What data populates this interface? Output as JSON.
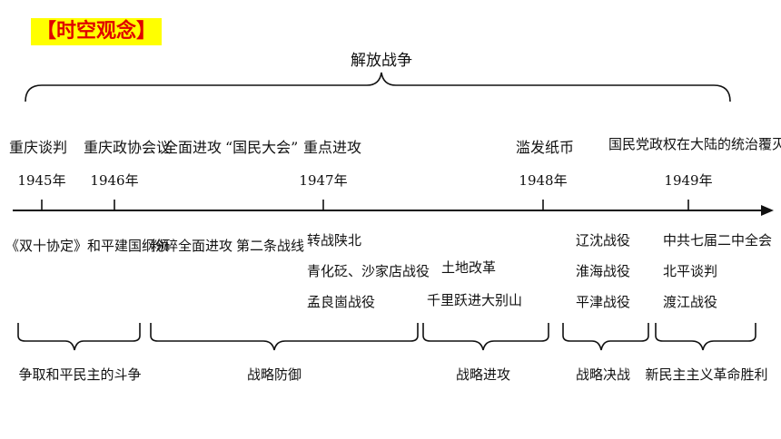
{
  "title": "【时空观念】",
  "top_brace": "解放战争",
  "events_above": [
    {
      "label": "重庆谈判",
      "year": "1945年"
    },
    {
      "label": "重庆政协会议",
      "year": "1946年"
    },
    {
      "label": "全面进攻"
    },
    {
      "label": "“国民大会”"
    },
    {
      "label": "重点进攻",
      "year": "1947年"
    },
    {
      "label": "滥发纸币",
      "year": "1948年"
    },
    {
      "label": "国民党政权在大陆的统治覆灭",
      "year": "1949年"
    }
  ],
  "events_below": {
    "shuangshi": "《双十协定》和平建国纲领",
    "fensui": "粉碎全面进攻",
    "dierzhan": "第二条战线",
    "zhuanzhan": [
      "转战陕北",
      "青化砭、沙家店战役",
      "孟良崮战役"
    ],
    "tudi": [
      "土地改革",
      "千里跃进大别山"
    ],
    "liaoshen": [
      "辽沈战役",
      "淮海战役",
      "平津战役"
    ],
    "zhonggong": [
      "中共七届二中全会",
      "北平谈判",
      "渡江战役"
    ]
  },
  "stages": [
    "争取和平民主的斗争",
    "战略防御",
    "战略进攻",
    "战略决战",
    "新民主主义革命胜利"
  ]
}
